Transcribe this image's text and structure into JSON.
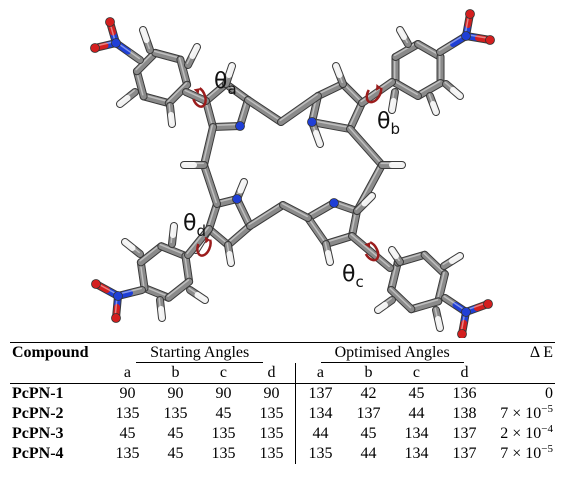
{
  "figure": {
    "angle_labels": [
      {
        "symbol": "θ",
        "sub": "a"
      },
      {
        "symbol": "θ",
        "sub": "b"
      },
      {
        "symbol": "θ",
        "sub": "c"
      },
      {
        "symbol": "θ",
        "sub": "d"
      }
    ],
    "atom_colors": {
      "carbon": "#8a8a8a",
      "hydrogen": "#f2f2f2",
      "nitrogen": "#1f3fd6",
      "oxygen": "#d41f1f",
      "arrow": "#9b1c1c"
    }
  },
  "table": {
    "header": {
      "compound": "Compound",
      "starting": "Starting Angles",
      "optimised": "Optimised Angles",
      "delta_e": "Δ E"
    },
    "sub_headers": [
      "a",
      "b",
      "c",
      "d",
      "a",
      "b",
      "c",
      "d"
    ],
    "rows": [
      {
        "name": "PcPN-1",
        "start": [
          "90",
          "90",
          "90",
          "90"
        ],
        "opt": [
          "137",
          "42",
          "45",
          "136"
        ],
        "de_mant": "0",
        "de_exp": ""
      },
      {
        "name": "PcPN-2",
        "start": [
          "135",
          "135",
          "45",
          "135"
        ],
        "opt": [
          "134",
          "137",
          "44",
          "138"
        ],
        "de_mant": "7 × 10",
        "de_exp": "−5"
      },
      {
        "name": "PcPN-3",
        "start": [
          "45",
          "45",
          "135",
          "135"
        ],
        "opt": [
          "44",
          "45",
          "134",
          "137"
        ],
        "de_mant": "2 × 10",
        "de_exp": "−4"
      },
      {
        "name": "PcPN-4",
        "start": [
          "135",
          "45",
          "135",
          "135"
        ],
        "opt": [
          "135",
          "44",
          "134",
          "137"
        ],
        "de_mant": "7 × 10",
        "de_exp": "−5"
      }
    ]
  }
}
